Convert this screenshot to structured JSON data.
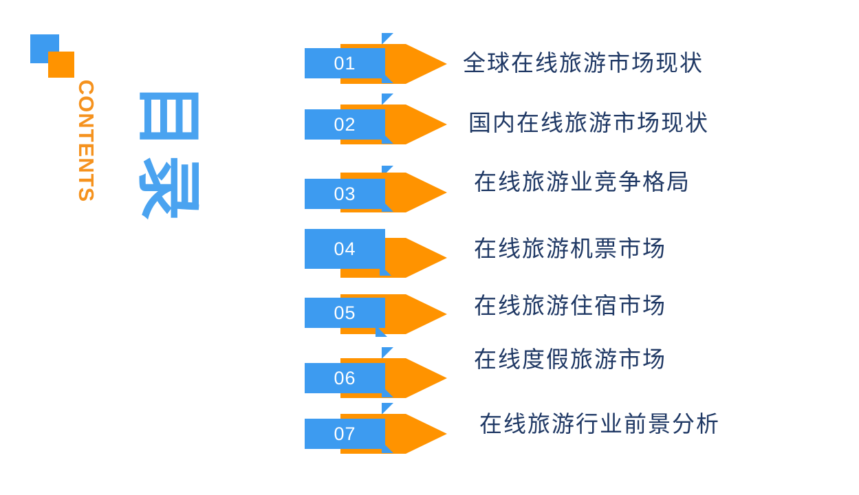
{
  "slide": {
    "background_color": "#ffffff",
    "accent_blue": "#3d9bf0",
    "accent_orange": "#ff9300",
    "text_navy": "#1f3864"
  },
  "logo": {
    "blue_square_color": "#3d9bf0",
    "orange_square_color": "#ff9300"
  },
  "heading": {
    "english": "CONTENTS",
    "chinese": "目录"
  },
  "items": [
    {
      "number": "01",
      "label": "全球在线旅游市场现状"
    },
    {
      "number": "02",
      "label": "国内在线旅游市场现状"
    },
    {
      "number": "03",
      "label": "在线旅游业竞争格局"
    },
    {
      "number": "04",
      "label": "在线旅游机票市场"
    },
    {
      "number": "05",
      "label": "在线旅游住宿市场"
    },
    {
      "number": "06",
      "label": "在线度假旅游市场"
    },
    {
      "number": "07",
      "label": "在线旅游行业前景分析"
    }
  ]
}
